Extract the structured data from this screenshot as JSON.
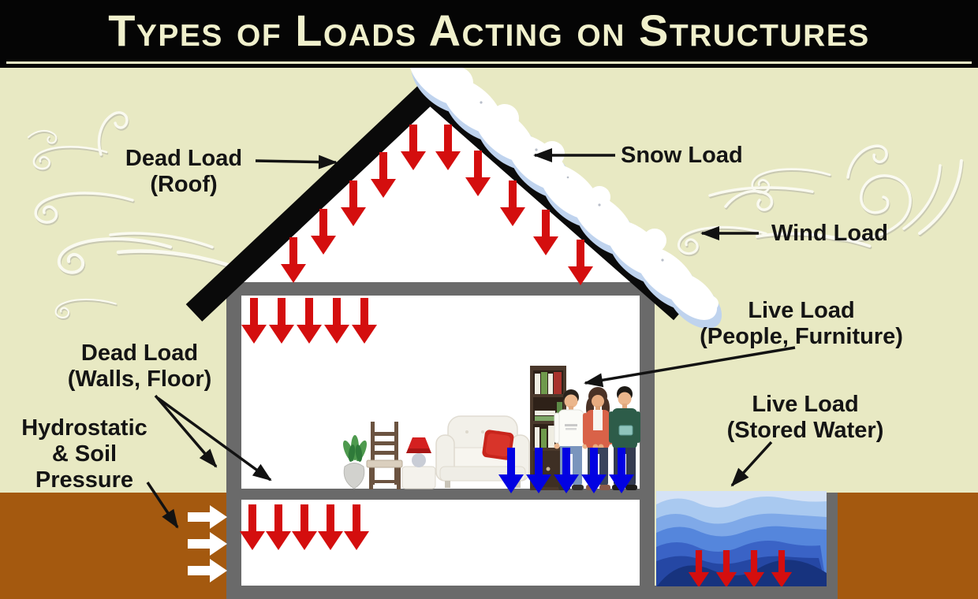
{
  "title": {
    "text": "Types of Loads Acting on Structures"
  },
  "labels": {
    "dead_load_roof": {
      "line1": "Dead Load",
      "line2": "(Roof)"
    },
    "snow_load": {
      "line1": "Snow Load"
    },
    "wind_load": {
      "line1": "Wind Load"
    },
    "live_load_people": {
      "line1": "Live Load",
      "line2": "(People, Furniture)"
    },
    "live_load_water": {
      "line1": "Live Load",
      "line2": "(Stored Water)"
    },
    "dead_load_walls_floor": {
      "line1": "Dead Load",
      "line2": "(Walls, Floor)"
    },
    "hydrostatic_soil_pressure": {
      "line1": "Hydrostatic",
      "line2": "& Soil",
      "line3": "Pressure"
    }
  },
  "icons": {
    "wind": "wind-swirl-icon",
    "snow": "snow-drift-icon",
    "load_arrow_down": "down-arrow-icon",
    "pressure_arrow_right": "right-arrow-icon"
  },
  "colors": {
    "background": "#E8E9C3",
    "title_bar": "#050505",
    "title_text": "#F0F0CC",
    "load_arrow_red": "#D40E0E",
    "live_load_arrow_blue": "#0202E2",
    "pressure_arrow_white": "#FFFFFF",
    "annotation_black": "#121212",
    "wall_gray": "#6A6A6A",
    "roof_black": "#0A0A0A",
    "soil_brown": "#A4590F",
    "snow_white": "#FFFFFF",
    "snow_shadow_blue": "#BFD3EE",
    "water_light": "#D4E2F6",
    "water_dark": "#17337E"
  }
}
